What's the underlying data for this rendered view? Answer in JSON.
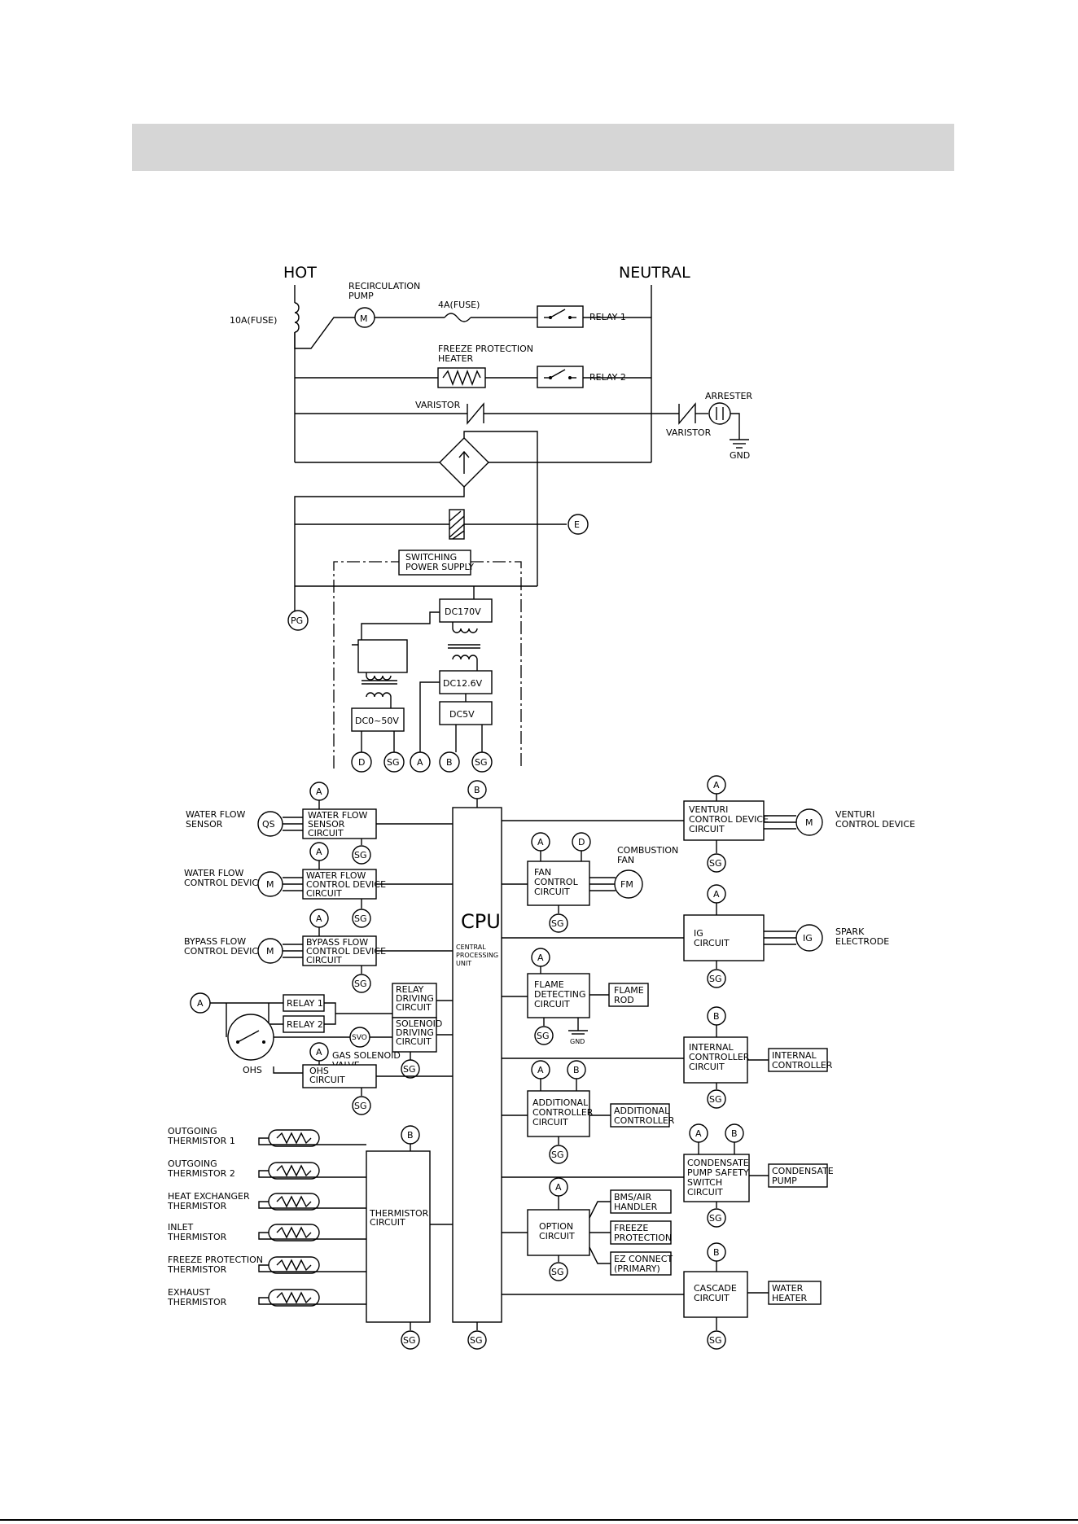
{
  "labels": {
    "hot": "HOT",
    "neutral": "NEUTRAL",
    "fuse_10a": "10A(FUSE)",
    "recirc_pump_1": "RECIRCULATION",
    "recirc_pump_2": "PUMP",
    "fuse_4a": "4A(FUSE)",
    "relay1": "RELAY 1",
    "relay2": "RELAY 2",
    "freeze_heater_1": "FREEZE PROTECTION",
    "freeze_heater_2": "HEATER",
    "varistor": "VARISTOR",
    "arrester": "ARRESTER",
    "gnd": "GND",
    "e": "E",
    "pg": "PG",
    "sps_1": "SWITCHING",
    "sps_2": "POWER SUPPLY",
    "dc170": "DC170V",
    "dc126": "DC12.6V",
    "dc5": "DC5V",
    "dc050": "DC0~50V",
    "m": "M",
    "a": "A",
    "b": "B",
    "d": "D",
    "sg": "SG",
    "cpu": "CPU",
    "cpu_sub_1": "CENTRAL",
    "cpu_sub_2": "PROCESSING",
    "cpu_sub_3": "UNIT",
    "qs": "QS",
    "wf_sensor_1": "WATER FLOW",
    "wf_sensor_2": "SENSOR",
    "wfs_circ_1": "WATER FLOW",
    "wfs_circ_2": "SENSOR",
    "wfs_circ_3": "CIRCUIT",
    "wf_ctrl_1": "WATER FLOW",
    "wf_ctrl_2": "CONTROL DEVICE",
    "wfc_circ_1": "WATER FLOW",
    "wfc_circ_2": "CONTROL DEVICE",
    "wfc_circ_3": "CIRCUIT",
    "bp_ctrl_1": "BYPASS FLOW",
    "bp_ctrl_2": "CONTROL DEVICE",
    "bpc_circ_1": "BYPASS FLOW",
    "bpc_circ_2": "CONTROL DEVICE",
    "bpc_circ_3": "CIRCUIT",
    "relay_drv_1": "RELAY",
    "relay_drv_2": "DRIVING",
    "relay_drv_3": "CIRCUIT",
    "sol_drv_1": "SOLENOID",
    "sol_drv_2": "DRIVING",
    "sol_drv_3": "CIRCUIT",
    "svo": "SVO",
    "gas_sol_1": "GAS SOLENOID",
    "gas_sol_2": "VALVE",
    "ohs": "OHS",
    "ohs_circ_1": "OHS",
    "ohs_circ_2": "CIRCUIT",
    "th_out1_1": "OUTGOING",
    "th_out1_2": "THERMISTOR 1",
    "th_out2_1": "OUTGOING",
    "th_out2_2": "THERMISTOR 2",
    "th_hx_1": "HEAT EXCHANGER",
    "th_hx_2": "THERMISTOR",
    "th_in_1": "INLET",
    "th_in_2": "THERMISTOR",
    "th_fz_1": "FREEZE PROTECTION",
    "th_fz_2": "THERMISTOR",
    "th_ex_1": "EXHAUST",
    "th_ex_2": "THERMISTOR",
    "therm_circ_1": "THERMISTOR",
    "therm_circ_2": "CIRCUIT",
    "fan_circ_1": "FAN",
    "fan_circ_2": "CONTROL",
    "fan_circ_3": "CIRCUIT",
    "fm": "FM",
    "comb_fan_1": "COMBUSTION",
    "comb_fan_2": "FAN",
    "flame_circ_1": "FLAME",
    "flame_circ_2": "DETECTING",
    "flame_circ_3": "CIRCUIT",
    "flame_rod_1": "FLAME",
    "flame_rod_2": "ROD",
    "addl_circ_1": "ADDITIONAL",
    "addl_circ_2": "CONTROLLER",
    "addl_circ_3": "CIRCUIT",
    "addl_ctrl_1": "ADDITIONAL",
    "addl_ctrl_2": "CONTROLLER",
    "opt_circ_1": "OPTION",
    "opt_circ_2": "CIRCUIT",
    "bms_1": "BMS/AIR",
    "bms_2": "HANDLER",
    "fzp_1": "FREEZE",
    "fzp_2": "PROTECTION",
    "ez_1": "EZ CONNECT",
    "ez_2": "(PRIMARY)",
    "venturi_circ_1": "VENTURI",
    "venturi_circ_2": "CONTROL DEVICE",
    "venturi_circ_3": "CIRCUIT",
    "venturi_dev_1": "VENTURI",
    "venturi_dev_2": "CONTROL DEVICE",
    "ig": "IG",
    "ig_circ_1": "IG",
    "ig_circ_2": "CIRCUIT",
    "spark_1": "SPARK",
    "spark_2": "ELECTRODE",
    "int_circ_1": "INTERNAL",
    "int_circ_2": "CONTROLLER",
    "int_circ_3": "CIRCUIT",
    "int_ctrl_1": "INTERNAL",
    "int_ctrl_2": "CONTROLLER",
    "cps_circ_1": "CONDENSATE",
    "cps_circ_2": "PUMP SAFETY",
    "cps_circ_3": "SWITCH",
    "cps_circ_4": "CIRCUIT",
    "cond_pump_1": "CONDENSATE",
    "cond_pump_2": "PUMP",
    "cascade_1": "CASCADE",
    "cascade_2": "CIRCUIT",
    "wheater_1": "WATER",
    "wheater_2": "HEATER"
  }
}
